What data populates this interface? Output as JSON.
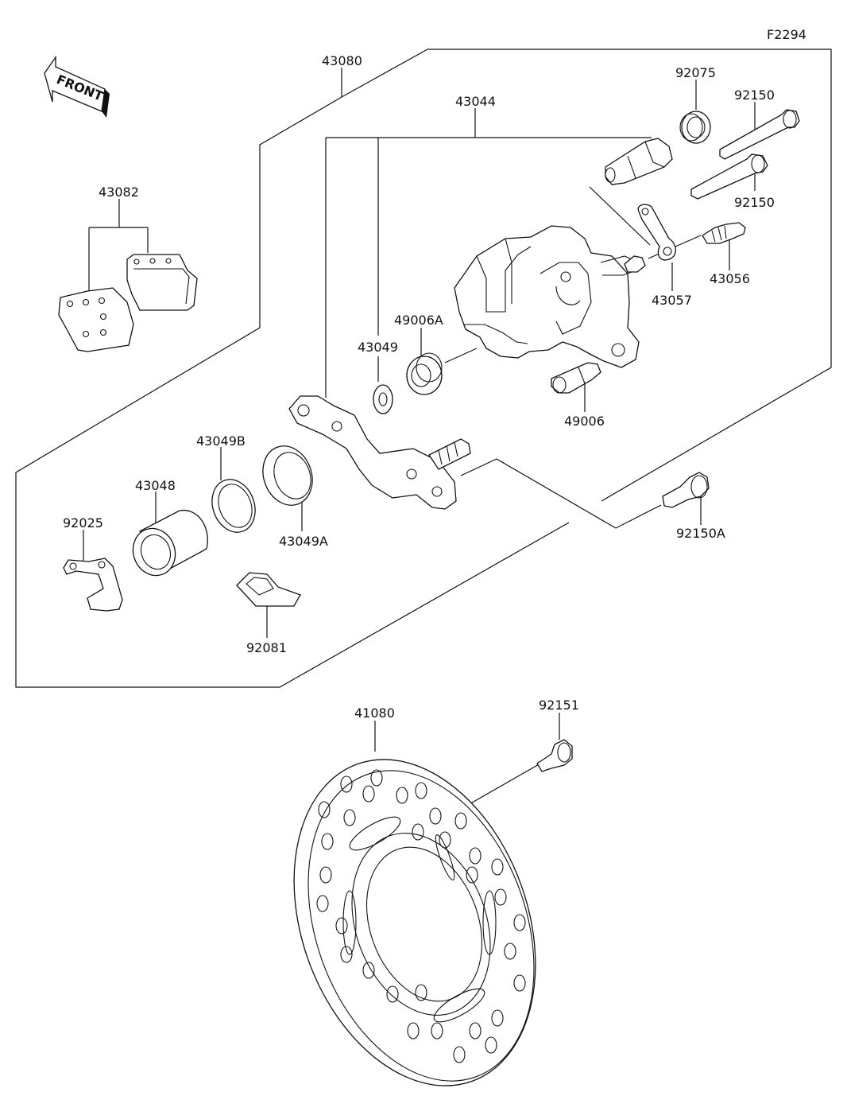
{
  "figure_code": "F2294",
  "front_arrow_text": "FRONT",
  "part_numbers": {
    "p43080": "43080",
    "p43044": "43044",
    "p92075": "92075",
    "p92150_top": "92150",
    "p92150_bottom": "92150",
    "p43082": "43082",
    "p43056": "43056",
    "p43057": "43057",
    "p49006A": "49006A",
    "p43049": "43049",
    "p49006": "49006",
    "p43049B": "43049B",
    "p43048": "43048",
    "p43049A": "43049A",
    "p92025": "92025",
    "p92150A": "92150A",
    "p92081": "92081",
    "p41080": "41080",
    "p92151": "92151"
  }
}
